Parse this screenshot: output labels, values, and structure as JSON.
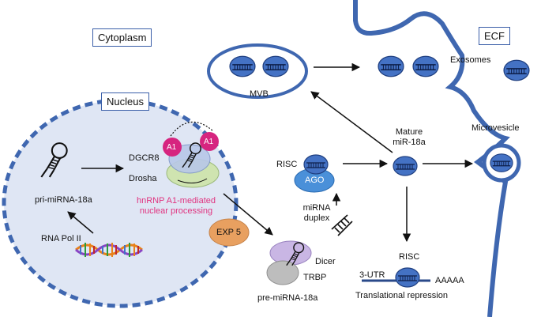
{
  "compartments": {
    "cytoplasm": "Cytoplasm",
    "nucleus": "Nucleus",
    "ecf": "ECF"
  },
  "labels": {
    "mvb": "MVB",
    "exosomes": "Exosomes",
    "microvesicle": "Microvesicle",
    "mature_line1": "Mature",
    "mature_line2": "miR-18a",
    "risc_top": "RISC",
    "ago": "AGO",
    "mirna_duplex_line1": "miRNA",
    "mirna_duplex_line2": "duplex",
    "dicer": "Dicer",
    "trbp": "TRBP",
    "pre_mirna": "pre-miRNA-18a",
    "exp5": "EXP 5",
    "risc_bottom": "RISC",
    "utr": "3-UTR",
    "polya": "AAAAA",
    "translational_repression": "Translational repression",
    "dgcr8": "DGCR8",
    "drosha": "Drosha",
    "a1_left": "A1",
    "a1_right": "A1",
    "hnrnp_line1": "hnRNP A1-mediated",
    "hnrnp_line2": "nuclear processing",
    "pri_mirna": "pri-miRNA-18a",
    "rna_pol": "RNA Pol II"
  },
  "colors": {
    "membrane": "#3f67b0",
    "nucleus_fill": "#dfe6f4",
    "mirna_fill": "#4472c4",
    "ago_fill": "#4a90d9",
    "a1_fill": "#d6247f",
    "exp5_fill": "#e8a060",
    "dicer_fill": "#c9b6e4",
    "trbp_fill": "#bdbdbd",
    "drosha_fill": "#cfe4b0",
    "dgcr8_fill": "#b8c8e8",
    "pink_text": "#e0337f"
  }
}
